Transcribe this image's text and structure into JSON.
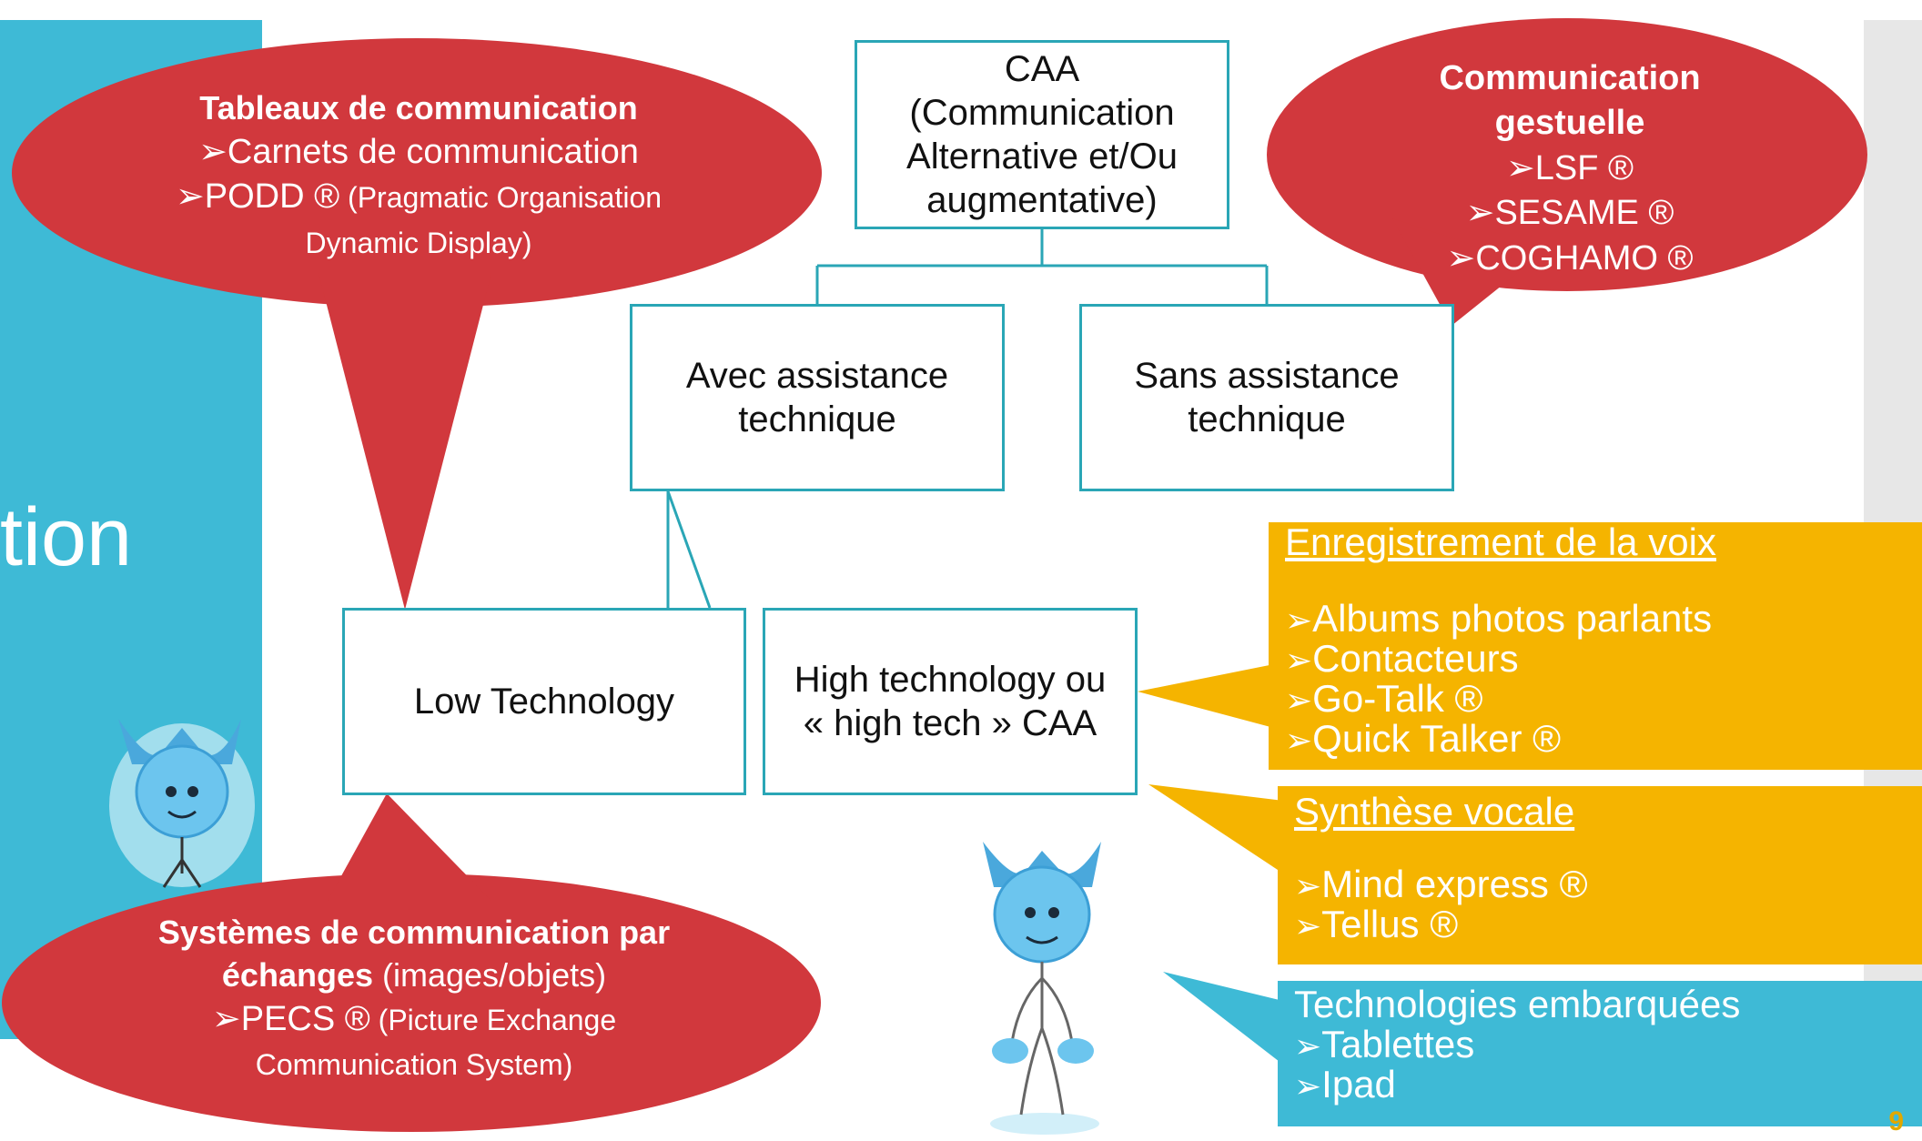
{
  "side": {
    "title_fragment": "tion"
  },
  "diagram": {
    "root": "CAA\n(Communication\nAlternative et/Ou\naugmentative)",
    "with_assist": "Avec assistance\ntechnique",
    "without_assist": "Sans assistance\ntechnique",
    "low_tech": "Low Technology",
    "high_tech": "High technology ou\n« high tech » CAA"
  },
  "bubbles": {
    "tableaux": {
      "title": "Tableaux de communication",
      "item1": "Carnets de communication",
      "item2_main": "PODD ®",
      "item2_detail": " (Pragmatic Organisation Dynamic Display)"
    },
    "gestuelle": {
      "title": "Communication gestuelle",
      "items": [
        "LSF ®",
        "SESAME ®",
        "COGHAMO ®"
      ]
    },
    "pecs": {
      "title_bold": "Systèmes de communication par échanges",
      "title_rest": " (images/objets)",
      "item_main": "PECS ®",
      "item_detail": " (Picture Exchange Communication System)"
    }
  },
  "callouts": {
    "voice": {
      "heading": "Enregistrement de la voix",
      "items": [
        "Albums photos parlants",
        "Contacteurs",
        "Go-Talk ®",
        "Quick Talker ®"
      ]
    },
    "synth": {
      "heading": "Synthèse vocale",
      "items": [
        "Mind express ®",
        "Tellus ®"
      ]
    },
    "embedded": {
      "heading": "Technologies embarquées",
      "items": [
        "Tablettes",
        "Ipad"
      ]
    }
  },
  "bullet_glyph": "➢",
  "page_number": "9",
  "colors": {
    "red": "#d1383d",
    "yellow": "#f5b400",
    "teal": "#3ebad6",
    "box_border": "#2aa6b6"
  }
}
